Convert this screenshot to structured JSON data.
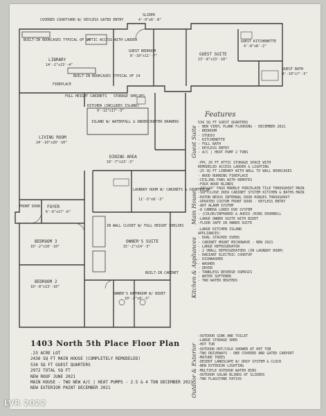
{
  "plan": {
    "top_label": "COVERED COURTYARD W/ KEYLESS GATED ENTRY",
    "slider": "SLIDER",
    "slider_dim": "4'-0\"x6'-8\"",
    "rooms": [
      {
        "name": "LIBRARY",
        "dim": "14'-2\"x23'-4\""
      },
      {
        "name": "GUEST BEDROOM",
        "dim": "8'-10\"x11'-7\""
      },
      {
        "name": "GUEST SUITE",
        "dim": "13'-8\"x23'-10\""
      },
      {
        "name": "GUEST KITCHENETTE",
        "dim": "4'-8\"x8'-2\""
      },
      {
        "name": "GUEST BATH",
        "dim": "6'-10\"x7'-3\""
      },
      {
        "name": "KITCHEN (INCLUDES ISLAND)",
        "dim": "9'-11\"x17'-3\""
      },
      {
        "name": "LIVING ROOM",
        "dim": "24'-10\"x20'-10\""
      },
      {
        "name": "DINING AREA",
        "dim": "10'-7\"x13'-3\""
      },
      {
        "name": "LAUNDRY ROOM W/ CABINETS & COUNTERTOP",
        "dim": "11'-5\"x8'-3\""
      },
      {
        "name": "FOYER",
        "dim": "6'-6\"x17'-6\""
      },
      {
        "name": "FRONT DOOR",
        "dim": ""
      },
      {
        "name": "BEDROOM 3",
        "dim": "10'-2\"x10'-10\""
      },
      {
        "name": "OWNER'S SUITE",
        "dim": "15'-2\"x14'-3\""
      },
      {
        "name": "BEDROOM 2",
        "dim": "10'-8\"x13'-10\""
      },
      {
        "name": "OWNER'S BATHROOM W/ BIDET",
        "dim": "10'-2\"x8'-3\""
      }
    ],
    "notes": [
      "BUILT-IN BOOKCASES TYPICAL OF 14",
      "BUILT-IN BOOKCASES TYPICAL OF 14",
      "ATTIC ACCESS WITH LADDER",
      "FULL HEIGHT CABINETS",
      "STORAGE SHELVES",
      "ISLAND W/ WATERFALL & UNDERCOUNTER DRAWERS",
      "IN WALL CLOSET W/ FULL HEIGHT SHELVES",
      "BUILT-IN CABINET",
      "FIREPLACE"
    ]
  },
  "features": {
    "title": "Features",
    "sections": [
      {
        "label": "Guest Suite",
        "lines": [
          "534 SQ FT GUEST QUARTERS",
          "- NEW VINYL PLANK FLOORING - DECEMBER 2021",
          "- BEDROOM",
          "- STUDIO",
          "- KITCHENETTE",
          "- FULL BATH",
          "- KEYLESS ENTRY",
          "- A/C | HEAT PUMP 2 TONS"
        ]
      },
      {
        "label": "Main House",
        "lines": [
          "-PPL 20 FT ATTIC STORAGE SPACE WITH",
          " REMODELED ACCESS LADDER & LIGHTING",
          "-25 SQ FT LIBRARY WITH WALL TO WALL BOOKCASES",
          " - WOOD BURNING FIREPLACE",
          "-CEILING FANS WITH REMOTES",
          "-FAUX WOOD BLINDS",
          "-24\"x24\" FAUX MARBLE PORCELAIN TILE THROUGHOUT MAIN",
          "-SOFTCLOSE IKEA CABINET SYSTEM KITCHEN & BATHS MAIN",
          "-EATON NEXUS INTERNAL DOOR HINGES THROUGHOUT",
          "-UPDATED CUSTOM FRONT DOOR - KEYLESS ENTRY",
          "-ADT ALARM SYSTEM",
          "-8 CAMERA LOREX DVR SYSTEM",
          " - (COLOR/INFRARED & AUDIO /RING DOORBELL",
          "-LARGE OWNER SUITE WITH BIDET",
          "-FLOOR SAFE IN OWNER SUITE"
        ]
      },
      {
        "label": "Kitchen & Appliances",
        "lines": [
          "-LARGE KITCHEN ISLAND",
          " APPLIANCES:",
          " - DUAL STACKED OVENS",
          " - CABINET MOUNT MICROWAVE - NEW 2021",
          " - LARGE REFRIGERATOR",
          " - 2 SMALL REFRIGERATORS (IN LAUNDRY ROOM)",
          " - RADIANT ELECTRIC COOKTOP",
          " - DISHWASHER",
          " - WASHER",
          " - DRYER",
          " - TANKLESS REVERSE OSMOSIS",
          " - WATER SOFTENER",
          " - TWO WATER HEATERS"
        ]
      },
      {
        "label": "Outdoor & Exterior",
        "lines": [
          "-OUTDOOR SINK AND TOILET",
          "-LARGE STORAGE SHED",
          "-HOT TUB",
          "-OUTDOOR HOT/COLD SHOWER AT HOT TUB",
          "-TWO DRIVEWAYS - ONE COVERED AND GATED CARPORT",
          "-MATURE TREES",
          "-DESERT LANDSCAPE W/ DRIP SYSTEM & CLOCK",
          "-NEW EXTERIOR LIGHTING",
          "-MULTIPLE OUTDOOR WATER BIBS",
          "-OUTDOOR SOLAR BLINDS AT SLIDERS",
          "-TWO FLAGSTONE PATIOS"
        ]
      }
    ]
  },
  "title": "1403 North 5th Place Floor Plan",
  "stats": [
    ".23 ACRE LOT",
    "2436 SQ FT MAIN HOUSE (COMPLETELY REMODELED)",
    "    534 SQ FT GUEST QUARTERS",
    "2972 TOTAL SQ FT",
    "NEW ROOF JUNE 2021",
    "MAIN HOUSE - TWO NEW A/C | HEAT PUMPS - 2.5 & 4 TON DECEMBER 2021",
    "NEW EXTERIOR PAINT DECEMBER 2021"
  ],
  "watermark": "LVR 2022"
}
